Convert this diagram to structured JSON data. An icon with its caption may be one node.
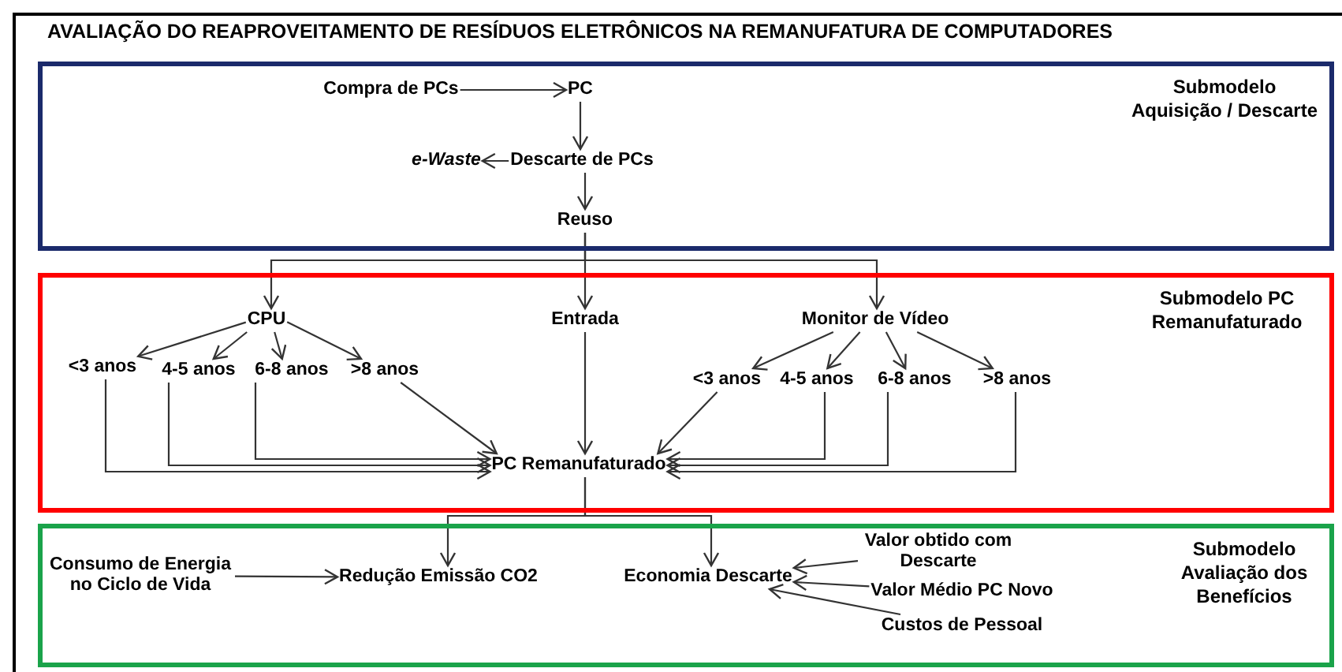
{
  "diagram": {
    "title": "AVALIAÇÃO DO REAPROVEITAMENTO DE RESÍDUOS ELETRÔNICOS NA REMANUFATURA DE COMPUTADORES",
    "nodes": [
      {
        "text": [
          "Submodelo Aquisição / Descarte"
        ]
      },
      {
        "text": [
          "Compra de PCs"
        ],
        "in": 0
      },
      {
        "text": [
          "PC"
        ],
        "in": 0
      },
      {
        "text": [
          "e-Waste"
        ],
        "in": 0
      },
      {
        "text": [
          "Descarte de PCs"
        ],
        "in": 0
      },
      {
        "text": [
          "Reuso"
        ],
        "in": 0
      },
      {
        "text": [
          "Submodelo PC Remanufaturado"
        ]
      },
      {
        "text": [
          "CPU"
        ],
        "in": 6
      },
      {
        "text": [
          "Entrada"
        ],
        "in": 6
      },
      {
        "text": [
          "Monitor de Vídeo"
        ],
        "in": 6
      },
      {
        "text": [
          "<3 anos"
        ],
        "in": 6
      },
      {
        "text": [
          "4-5 anos"
        ],
        "in": 6
      },
      {
        "text": [
          "6-8 anos"
        ],
        "in": 6
      },
      {
        "text": [
          ">8 anos"
        ],
        "in": 6
      },
      {
        "text": [
          "<3 anos"
        ],
        "in": 6
      },
      {
        "text": [
          "4-5 anos"
        ],
        "in": 6
      },
      {
        "text": [
          "6-8 anos"
        ],
        "in": 6
      },
      {
        "text": [
          ">8 anos"
        ],
        "in": 6
      },
      {
        "text": [
          "PC Remanufaturado"
        ],
        "in": 6
      },
      {
        "text": [
          "Submodelo Avaliação dos Benefícios"
        ]
      },
      {
        "text": [
          "Consumo de Energia no Ciclo de Vida"
        ],
        "in": 19
      },
      {
        "text": [
          "Redução Emissão CO2"
        ],
        "in": 19
      },
      {
        "text": [
          "Economia Descarte"
        ],
        "in": 19
      },
      {
        "text": [
          "Valor obtido com Descarte"
        ],
        "in": 19
      },
      {
        "text": [
          "Valor Médio PC Novo"
        ],
        "in": 19
      },
      {
        "text": [
          "Custos de Pessoal"
        ],
        "in": 19
      }
    ],
    "edges": [
      {
        "from": 1,
        "to": 2,
        "arrow": "to"
      },
      {
        "from": 2,
        "to": 4,
        "arrow": "to"
      },
      {
        "from": 4,
        "to": 3,
        "arrow": "to"
      },
      {
        "from": 4,
        "to": 5,
        "arrow": "to"
      },
      {
        "from": 5,
        "to": 7,
        "arrow": "to"
      },
      {
        "from": 5,
        "to": 8,
        "arrow": "to"
      },
      {
        "from": 5,
        "to": 9,
        "arrow": "to"
      },
      {
        "from": 7,
        "to": 10,
        "arrow": "to"
      },
      {
        "from": 7,
        "to": 11,
        "arrow": "to"
      },
      {
        "from": 7,
        "to": 12,
        "arrow": "to"
      },
      {
        "from": 7,
        "to": 13,
        "arrow": "to"
      },
      {
        "from": 9,
        "to": 14,
        "arrow": "to"
      },
      {
        "from": 9,
        "to": 15,
        "arrow": "to"
      },
      {
        "from": 9,
        "to": 16,
        "arrow": "to"
      },
      {
        "from": 9,
        "to": 17,
        "arrow": "to"
      },
      {
        "from": 10,
        "to": 18,
        "arrow": "to"
      },
      {
        "from": 11,
        "to": 18,
        "arrow": "to"
      },
      {
        "from": 12,
        "to": 18,
        "arrow": "to"
      },
      {
        "from": 13,
        "to": 18,
        "arrow": "to"
      },
      {
        "from": 8,
        "to": 18,
        "arrow": "to"
      },
      {
        "from": 14,
        "to": 18,
        "arrow": "to"
      },
      {
        "from": 15,
        "to": 18,
        "arrow": "to"
      },
      {
        "from": 16,
        "to": 18,
        "arrow": "to"
      },
      {
        "from": 17,
        "to": 18,
        "arrow": "to"
      },
      {
        "from": 18,
        "to": 21,
        "arrow": "to"
      },
      {
        "from": 18,
        "to": 22,
        "arrow": "to"
      },
      {
        "from": 20,
        "to": 21,
        "arrow": "to"
      },
      {
        "from": 23,
        "to": 22,
        "arrow": "to"
      },
      {
        "from": 24,
        "to": 22,
        "arrow": "to"
      },
      {
        "from": 25,
        "to": 22,
        "arrow": "to"
      }
    ]
  }
}
